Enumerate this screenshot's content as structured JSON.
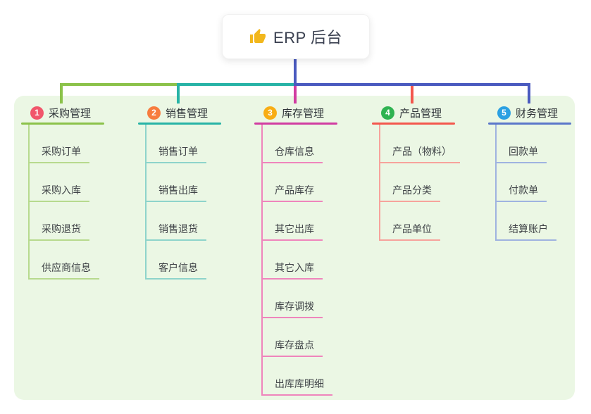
{
  "root": {
    "title": "ERP 后台",
    "icon": "thumbs-up-icon",
    "icon_color": "#f2b71c"
  },
  "colors": {
    "root_stem": "#4a5abf",
    "panel_bg": "#ebf7e4",
    "card_bg": "#ffffff"
  },
  "branches": [
    {
      "num": "1",
      "title": "采购管理",
      "badge": "#f1566b",
      "line": "#8bc24a",
      "childLine": "#b7da8e",
      "children": [
        "采购订单",
        "采购入库",
        "采购退货",
        "供应商信息"
      ]
    },
    {
      "num": "2",
      "title": "销售管理",
      "badge": "#f77c3e",
      "line": "#27b3a6",
      "childLine": "#8ed4cb",
      "children": [
        "销售订单",
        "销售出库",
        "销售退货",
        "客户信息"
      ]
    },
    {
      "num": "3",
      "title": "库存管理",
      "badge": "#f8ad14",
      "line": "#d13ca1",
      "childLine": "#ef85bc",
      "children": [
        "仓库信息",
        "产品库存",
        "其它出库",
        "其它入库",
        "库存调拨",
        "库存盘点",
        "出库库明细"
      ]
    },
    {
      "num": "4",
      "title": "产品管理",
      "badge": "#2fb351",
      "line": "#f3574d",
      "childLine": "#f7a39c",
      "children": [
        "产品（物料）",
        "产品分类",
        "产品单位"
      ]
    },
    {
      "num": "5",
      "title": "财务管理",
      "badge": "#2ba0e2",
      "line": "#5b77ca",
      "childLine": "#9fb3e0",
      "children": [
        "回款单",
        "付款单",
        "结算账户"
      ]
    }
  ]
}
